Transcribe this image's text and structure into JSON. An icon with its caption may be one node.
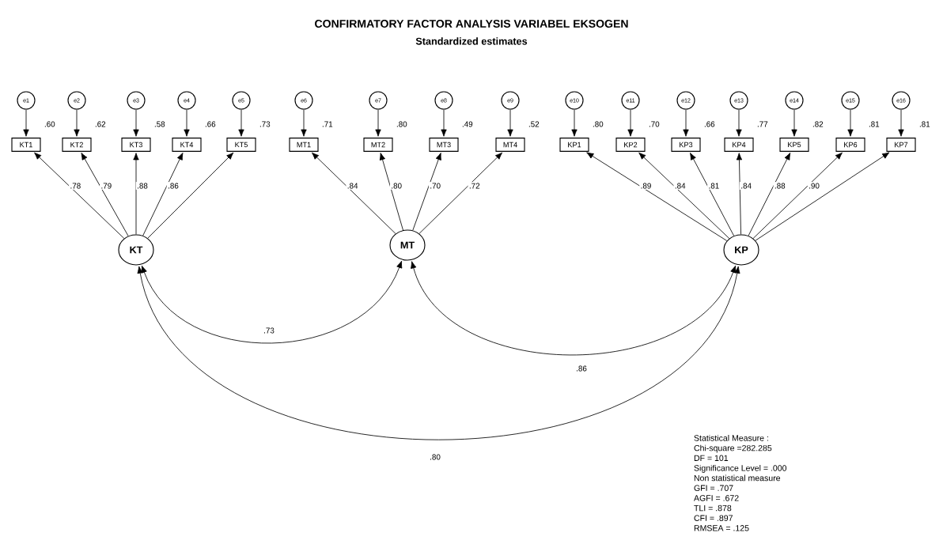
{
  "diagram": {
    "title": "CONFIRMATORY FACTOR ANALYSIS VARIABEL EKSOGEN",
    "nodes": [
      {
        "text": [
          "e1"
        ]
      },
      {
        "text": [
          "e2"
        ]
      },
      {
        "text": [
          "e3"
        ]
      },
      {
        "text": [
          "e4"
        ]
      },
      {
        "text": [
          "e5"
        ]
      },
      {
        "text": [
          "e6"
        ]
      },
      {
        "text": [
          "e7"
        ]
      },
      {
        "text": [
          "e8"
        ]
      },
      {
        "text": [
          "e9"
        ]
      },
      {
        "text": [
          "e10"
        ]
      },
      {
        "text": [
          "e11"
        ]
      },
      {
        "text": [
          "e12"
        ]
      },
      {
        "text": [
          "e13"
        ]
      },
      {
        "text": [
          "e14"
        ]
      },
      {
        "text": [
          "e15"
        ]
      },
      {
        "text": [
          "e16"
        ]
      },
      {
        "text": [
          "KT1"
        ],
        "beside": [
          ".60"
        ]
      },
      {
        "text": [
          "KT2"
        ],
        "beside": [
          ".62"
        ]
      },
      {
        "text": [
          "KT3"
        ],
        "beside": [
          ".58"
        ]
      },
      {
        "text": [
          "KT4"
        ],
        "beside": [
          ".66"
        ]
      },
      {
        "text": [
          "KT5"
        ],
        "beside": [
          ".73"
        ]
      },
      {
        "text": [
          "MT1"
        ],
        "beside": [
          ".71"
        ]
      },
      {
        "text": [
          "MT2"
        ],
        "beside": [
          ".80"
        ]
      },
      {
        "text": [
          "MT3"
        ],
        "beside": [
          ".49"
        ]
      },
      {
        "text": [
          "MT4"
        ],
        "beside": [
          ".52"
        ]
      },
      {
        "text": [
          "KP1"
        ],
        "beside": [
          ".80"
        ]
      },
      {
        "text": [
          "KP2"
        ],
        "beside": [
          ".70"
        ]
      },
      {
        "text": [
          "KP3"
        ],
        "beside": [
          ".66"
        ]
      },
      {
        "text": [
          "KP4"
        ],
        "beside": [
          ".77"
        ]
      },
      {
        "text": [
          "KP5"
        ],
        "beside": [
          ".82"
        ]
      },
      {
        "text": [
          "KP6"
        ],
        "beside": [
          ".81"
        ]
      },
      {
        "text": [
          "KP7"
        ],
        "beside": [
          ".81"
        ]
      },
      {
        "text": [
          "KT"
        ]
      },
      {
        "text": [
          "MT"
        ]
      },
      {
        "text": [
          "KP"
        ]
      }
    ],
    "edges": [
      {
        "from": 0,
        "to": 16,
        "arrow": "to"
      },
      {
        "from": 1,
        "to": 17,
        "arrow": "to"
      },
      {
        "from": 2,
        "to": 18,
        "arrow": "to"
      },
      {
        "from": 3,
        "to": 19,
        "arrow": "to"
      },
      {
        "from": 4,
        "to": 20,
        "arrow": "to"
      },
      {
        "from": 5,
        "to": 21,
        "arrow": "to"
      },
      {
        "from": 6,
        "to": 22,
        "arrow": "to"
      },
      {
        "from": 7,
        "to": 23,
        "arrow": "to"
      },
      {
        "from": 8,
        "to": 24,
        "arrow": "to"
      },
      {
        "from": 9,
        "to": 25,
        "arrow": "to"
      },
      {
        "from": 10,
        "to": 26,
        "arrow": "to"
      },
      {
        "from": 11,
        "to": 27,
        "arrow": "to"
      },
      {
        "from": 12,
        "to": 28,
        "arrow": "to"
      },
      {
        "from": 13,
        "to": 29,
        "arrow": "to"
      },
      {
        "from": 14,
        "to": 30,
        "arrow": "to"
      },
      {
        "from": 15,
        "to": 31,
        "arrow": "to"
      },
      {
        "from": 32,
        "to": 16,
        "arrow": "to",
        "label": ".78"
      },
      {
        "from": 32,
        "to": 17,
        "arrow": "to",
        "label": ".79"
      },
      {
        "from": 32,
        "to": 18,
        "arrow": "to",
        "label": ".88"
      },
      {
        "from": 32,
        "to": 19,
        "arrow": "to",
        "label": ".86"
      },
      {
        "from": 32,
        "to": 20,
        "arrow": "to"
      },
      {
        "from": 33,
        "to": 21,
        "arrow": "to",
        "label": ".84"
      },
      {
        "from": 33,
        "to": 22,
        "arrow": "to",
        "label": ".80"
      },
      {
        "from": 33,
        "to": 23,
        "arrow": "to",
        "label": ".70"
      },
      {
        "from": 33,
        "to": 24,
        "arrow": "to",
        "label": ".72"
      },
      {
        "from": 34,
        "to": 25,
        "arrow": "to",
        "label": ".89"
      },
      {
        "from": 34,
        "to": 26,
        "arrow": "to",
        "label": ".84"
      },
      {
        "from": 34,
        "to": 27,
        "arrow": "to",
        "label": ".81"
      },
      {
        "from": 34,
        "to": 28,
        "arrow": "to",
        "label": ".84"
      },
      {
        "from": 34,
        "to": 29,
        "arrow": "to",
        "label": ".88"
      },
      {
        "from": 34,
        "to": 30,
        "arrow": "to",
        "label": ".90"
      },
      {
        "from": 34,
        "to": 31,
        "arrow": "to"
      },
      {
        "from": 32,
        "to": 33,
        "arrow": "both",
        "label": ".73"
      },
      {
        "from": 33,
        "to": 34,
        "arrow": "both",
        "label": ".86"
      },
      {
        "from": 32,
        "to": 34,
        "arrow": "both",
        "label": ".80"
      }
    ],
    "labels": [
      "Standardized estimates",
      "Statistical Measure :",
      "Chi-square =282.285",
      "DF = 101",
      "Significance Level = .000",
      "Non statistical measure",
      "GFI = .707",
      "AGFI = .672",
      "TLI = .878",
      "CFI = .897",
      "RMSEA = .125"
    ]
  }
}
